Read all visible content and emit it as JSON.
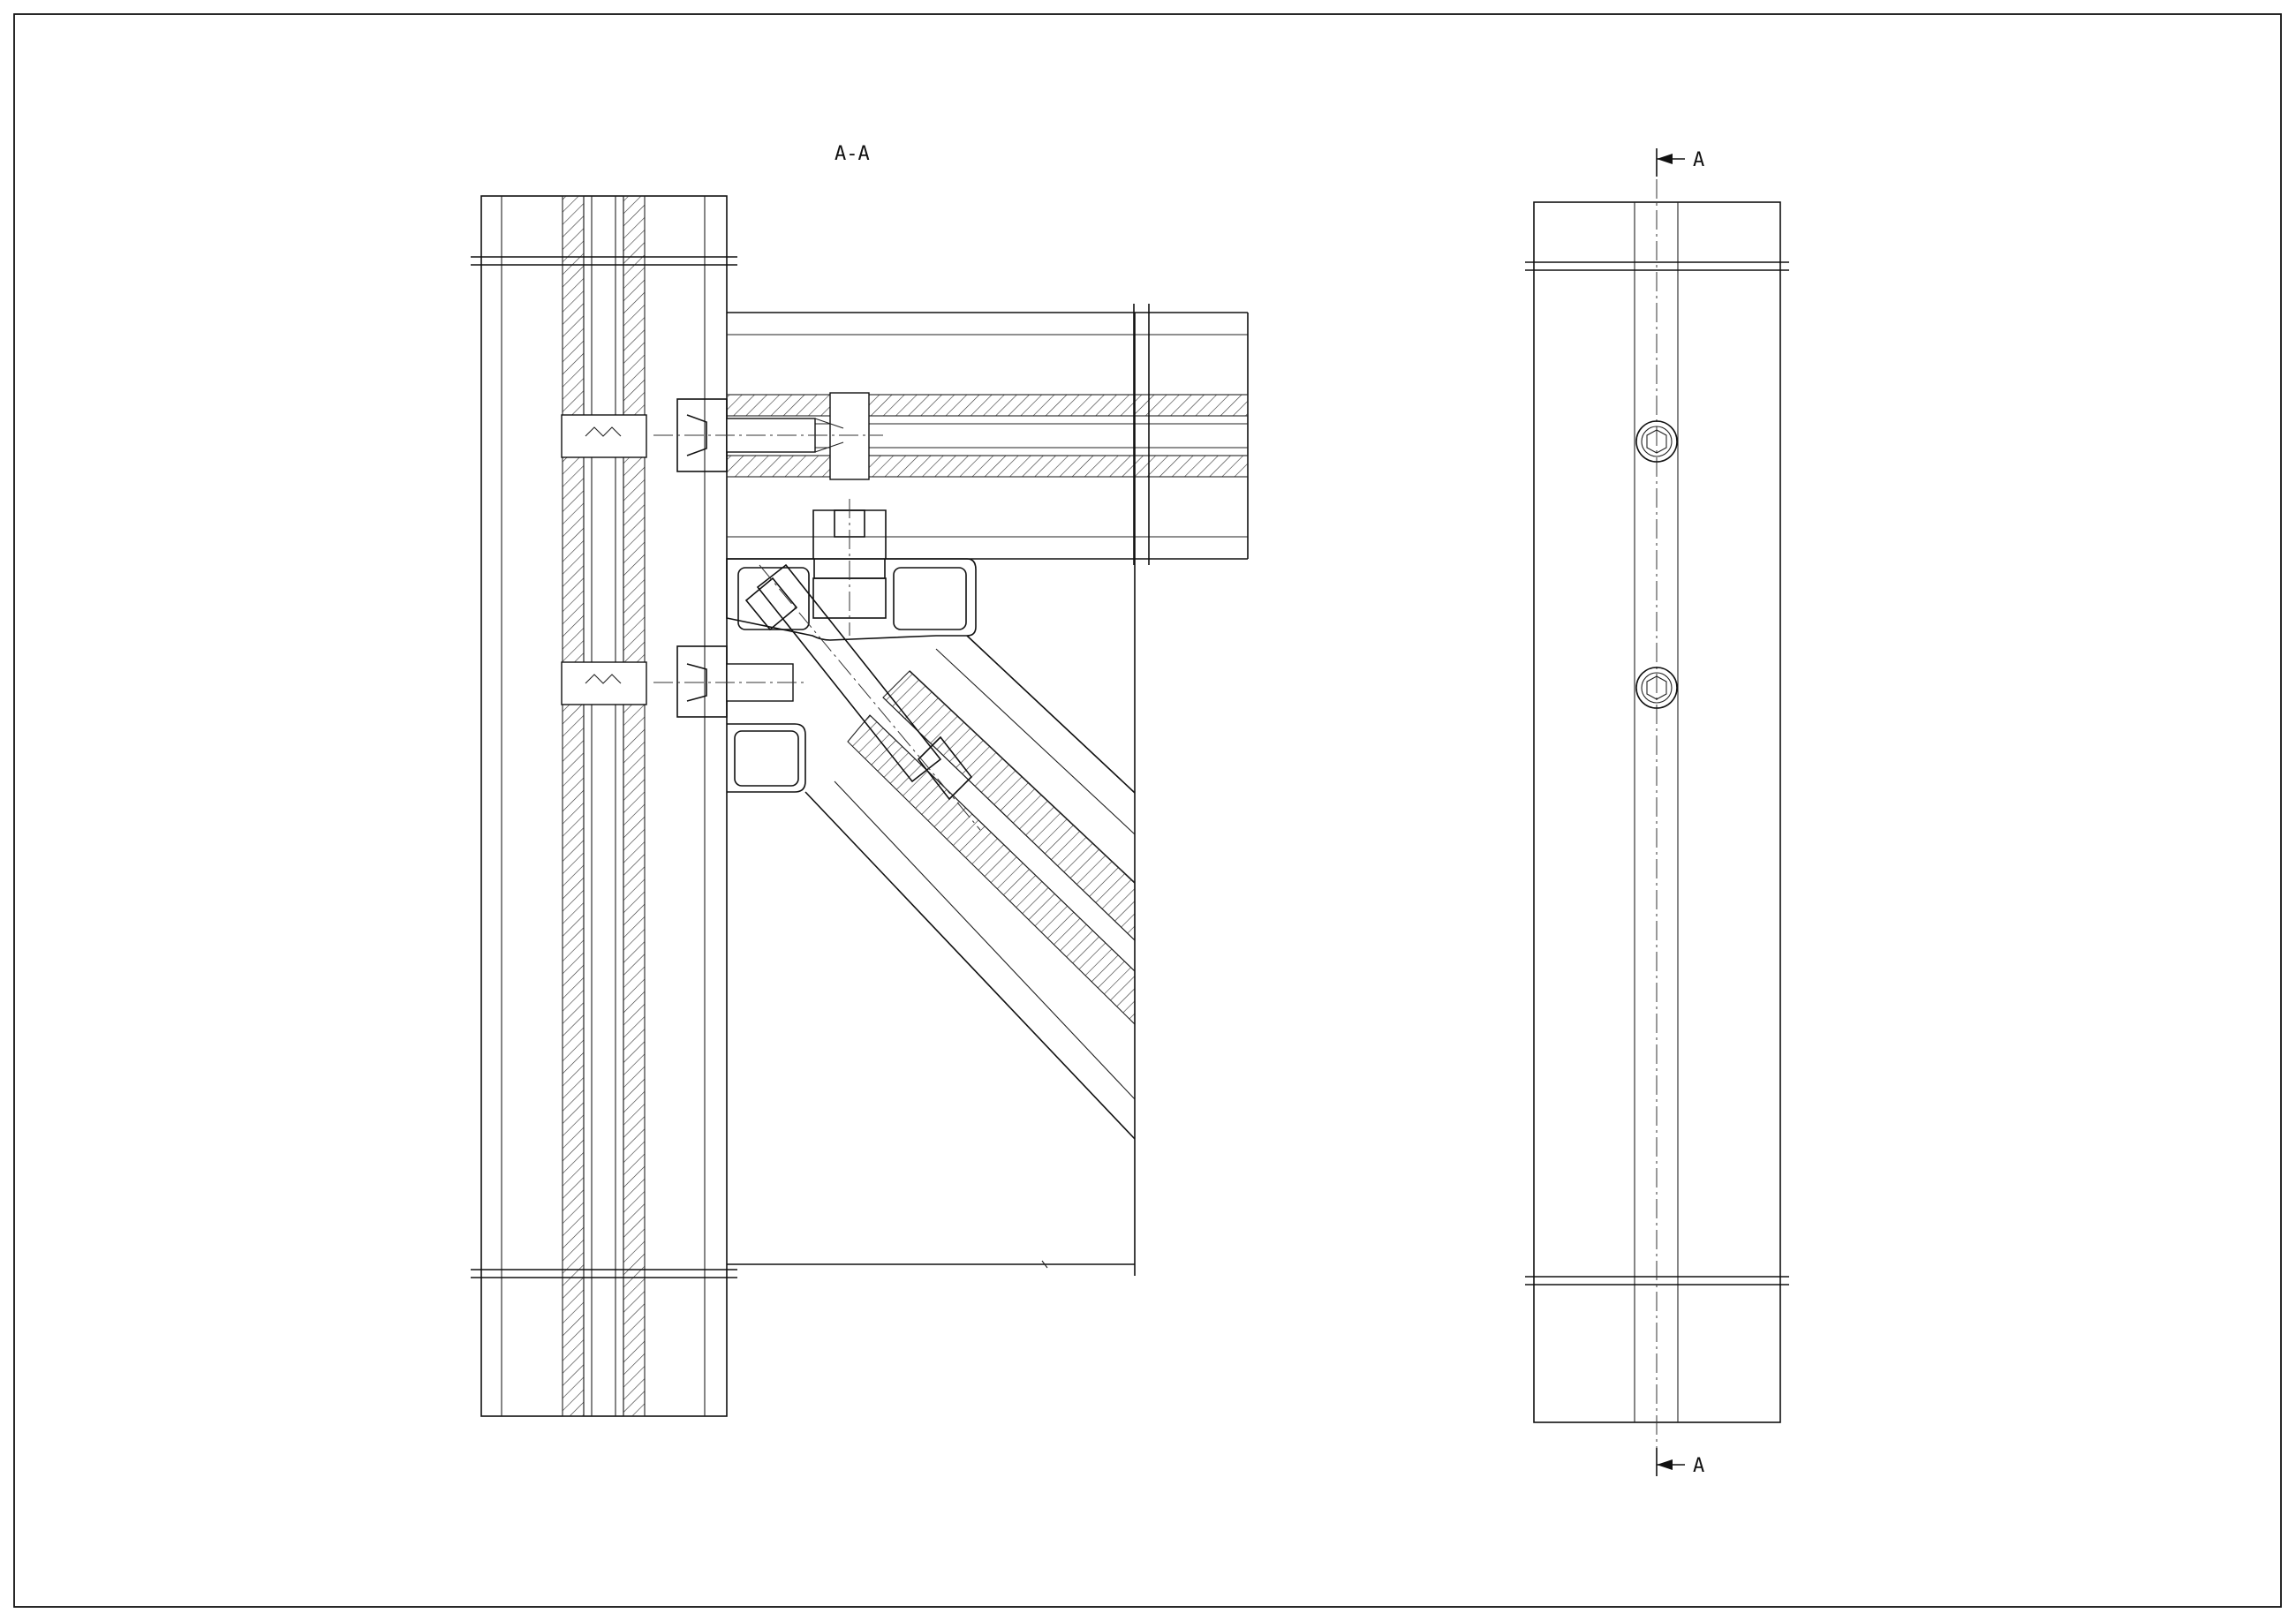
{
  "drawing": {
    "section_title": "A-A",
    "cut_marker_top": "A",
    "cut_marker_bottom": "A"
  },
  "colors": {
    "line": "#111111",
    "background": "#ffffff"
  }
}
